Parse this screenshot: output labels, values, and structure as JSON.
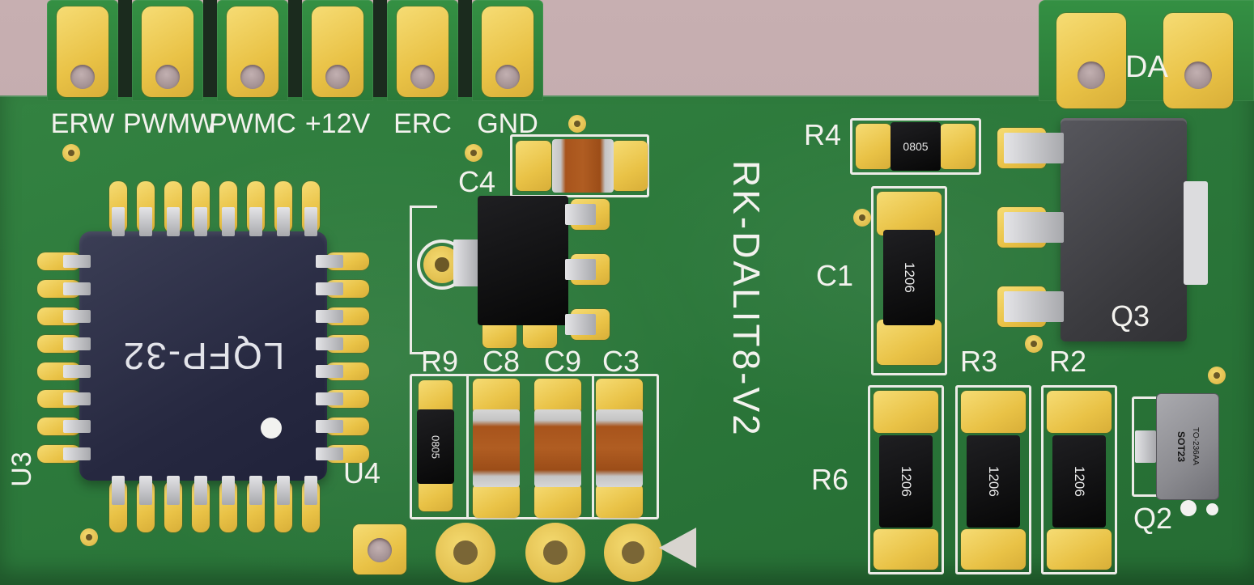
{
  "colors": {
    "board_green": "#2e7c3b",
    "pad_gold": "#e9c246",
    "silkscreen_white": "#f3f2ee",
    "background_mauve": "#c2aaac",
    "chip_navy": "#2e3048"
  },
  "connector_labels": [
    "ERW",
    "PWMW",
    "PWMC",
    "+12V",
    "ERC",
    "GND"
  ],
  "silkscreen": {
    "board_name": "RK-DALIT8-V2",
    "da": "DA",
    "u3": "U3",
    "u4": "U4",
    "c4": "C4",
    "r9": "R9",
    "c8": "C8",
    "c9": "C9",
    "c3": "C3",
    "r4": "R4",
    "c1": "C1",
    "r3": "R3",
    "r2": "R2",
    "r6": "R6",
    "q3": "Q3",
    "q2": "Q2"
  },
  "chip": {
    "package_marking": "LQFP-32"
  },
  "markings": {
    "r4": "0805",
    "r9": "0805",
    "c1": "1206",
    "resistor_row": [
      "1206",
      "1206",
      "1206"
    ],
    "q2_package": "SOT23",
    "q2_type": "TO-236AA"
  }
}
